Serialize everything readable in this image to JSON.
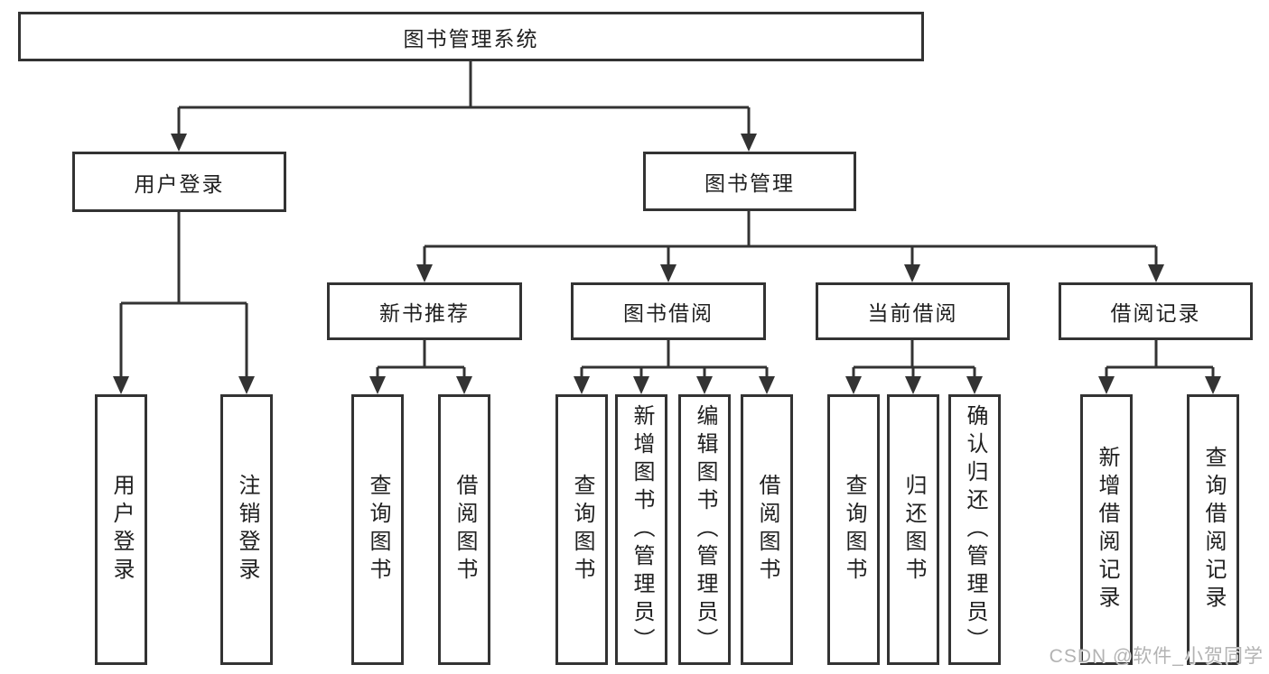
{
  "diagram": {
    "root": {
      "label": "图书管理系统"
    },
    "level2": [
      {
        "label": "用户登录"
      },
      {
        "label": "图书管理"
      }
    ],
    "level3": [
      {
        "label": "新书推荐"
      },
      {
        "label": "图书借阅"
      },
      {
        "label": "当前借阅"
      },
      {
        "label": "借阅记录"
      }
    ],
    "leaves": {
      "user_login": [
        {
          "label": "用户登录"
        },
        {
          "label": "注销登录"
        }
      ],
      "new_book_recommend": [
        {
          "label": "查询图书"
        },
        {
          "label": "借阅图书"
        }
      ],
      "book_borrow": [
        {
          "label": "查询图书"
        },
        {
          "label": "新增图书（管理员）"
        },
        {
          "label": "编辑图书（管理员）"
        },
        {
          "label": "借阅图书"
        }
      ],
      "current_borrow": [
        {
          "label": "查询图书"
        },
        {
          "label": "归还图书"
        },
        {
          "label": "确认归还（管理员）"
        }
      ],
      "borrow_record": [
        {
          "label": "新增借阅记录"
        },
        {
          "label": "查询借阅记录"
        }
      ]
    },
    "watermark": "CSDN @软件_小贺同学",
    "colors": {
      "line": "#333333",
      "box_background": "#ffffff",
      "text": "#1f1f1f",
      "watermark": "#b3b3b3"
    }
  }
}
